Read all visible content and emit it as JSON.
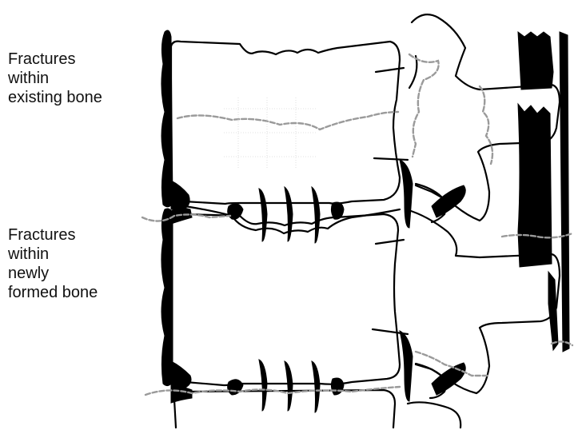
{
  "labels": {
    "existing": [
      "Fractures",
      "within",
      "existing bone"
    ],
    "newly_formed": [
      "Fractures",
      "within",
      "newly",
      "formed bone"
    ]
  },
  "colors": {
    "ink": "#000000",
    "fracture_line": "#9a9a9a",
    "grid": "#d8d8d8"
  }
}
